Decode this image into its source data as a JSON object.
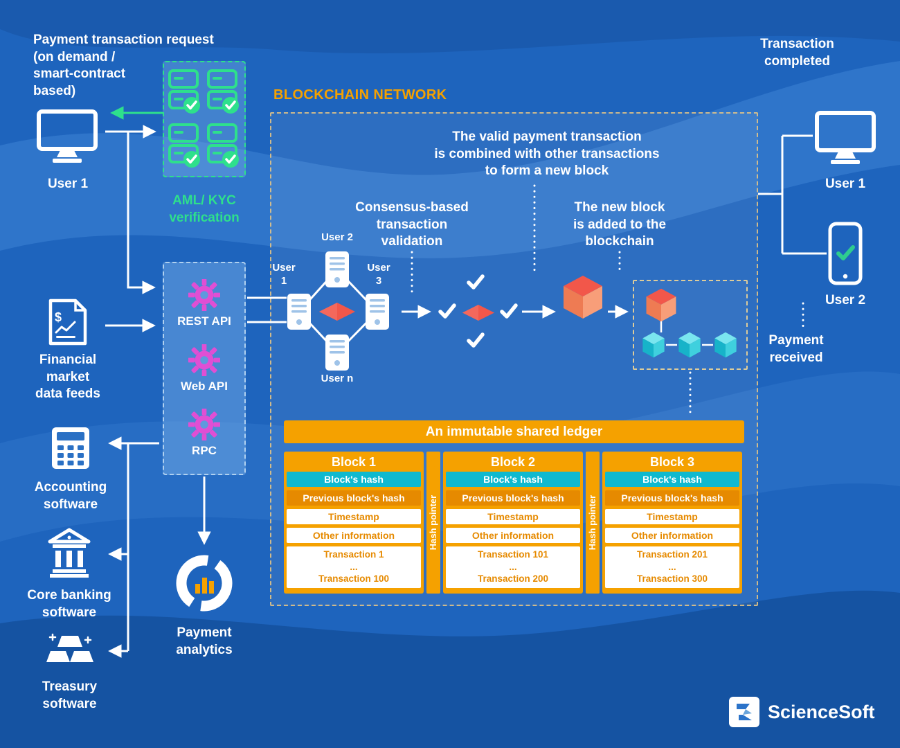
{
  "colors": {
    "bg": "#1e64bd",
    "green": "#2ee08c",
    "orange": "#f5a100",
    "orange_dark": "#e68a00",
    "teal": "#0fb9cf",
    "magenta": "#e04fd4",
    "red": "#f2574a"
  },
  "icons": {
    "dollar": "$"
  },
  "left_column": {
    "payment_request": "Payment transaction request\n(on demand /\nsmart-contract\nbased)",
    "user1": "User 1",
    "aml": "AML/ KYC\nverification",
    "financial": "Financial\nmarket\ndata feeds",
    "accounting": "Accounting\nsoftware",
    "core_banking": "Core banking\nsoftware",
    "treasury": "Treasury\nsoftware",
    "analytics": "Payment\nanalytics"
  },
  "api_box": {
    "rest": "REST API",
    "web": "Web API",
    "rpc": "RPC"
  },
  "network": {
    "title": "BLOCKCHAIN NETWORK",
    "combine": "The valid payment transaction\nis combined with other transactions\nto form a new block",
    "consensus": "Consensus-based\ntransaction\nvalidation",
    "add_block": "The new block\nis added to the\nblockchain",
    "user_top": "User 2",
    "user_left": "User\n1",
    "user_right": "User\n3",
    "user_bottom": "User n",
    "ledger": "An immutable shared ledger",
    "hash_pointer": "Hash pointer",
    "blocks": [
      {
        "title": "Block 1",
        "hash": "Block's hash",
        "prev": "Previous block's hash",
        "timestamp": "Timestamp",
        "other": "Other information",
        "tx_top": "Transaction 1",
        "tx_mid": "...",
        "tx_bottom": "Transaction 100"
      },
      {
        "title": "Block 2",
        "hash": "Block's hash",
        "prev": "Previous block's hash",
        "timestamp": "Timestamp",
        "other": "Other information",
        "tx_top": "Transaction 101",
        "tx_mid": "...",
        "tx_bottom": "Transaction 200"
      },
      {
        "title": "Block 3",
        "hash": "Block's hash",
        "prev": "Previous block's hash",
        "timestamp": "Timestamp",
        "other": "Other information",
        "tx_top": "Transaction 201",
        "tx_mid": "...",
        "tx_bottom": "Transaction 300"
      }
    ]
  },
  "right_column": {
    "completed": "Transaction\ncompleted",
    "user1": "User 1",
    "user2": "User 2",
    "received": "Payment\nreceived"
  },
  "brand": "ScienceSoft"
}
